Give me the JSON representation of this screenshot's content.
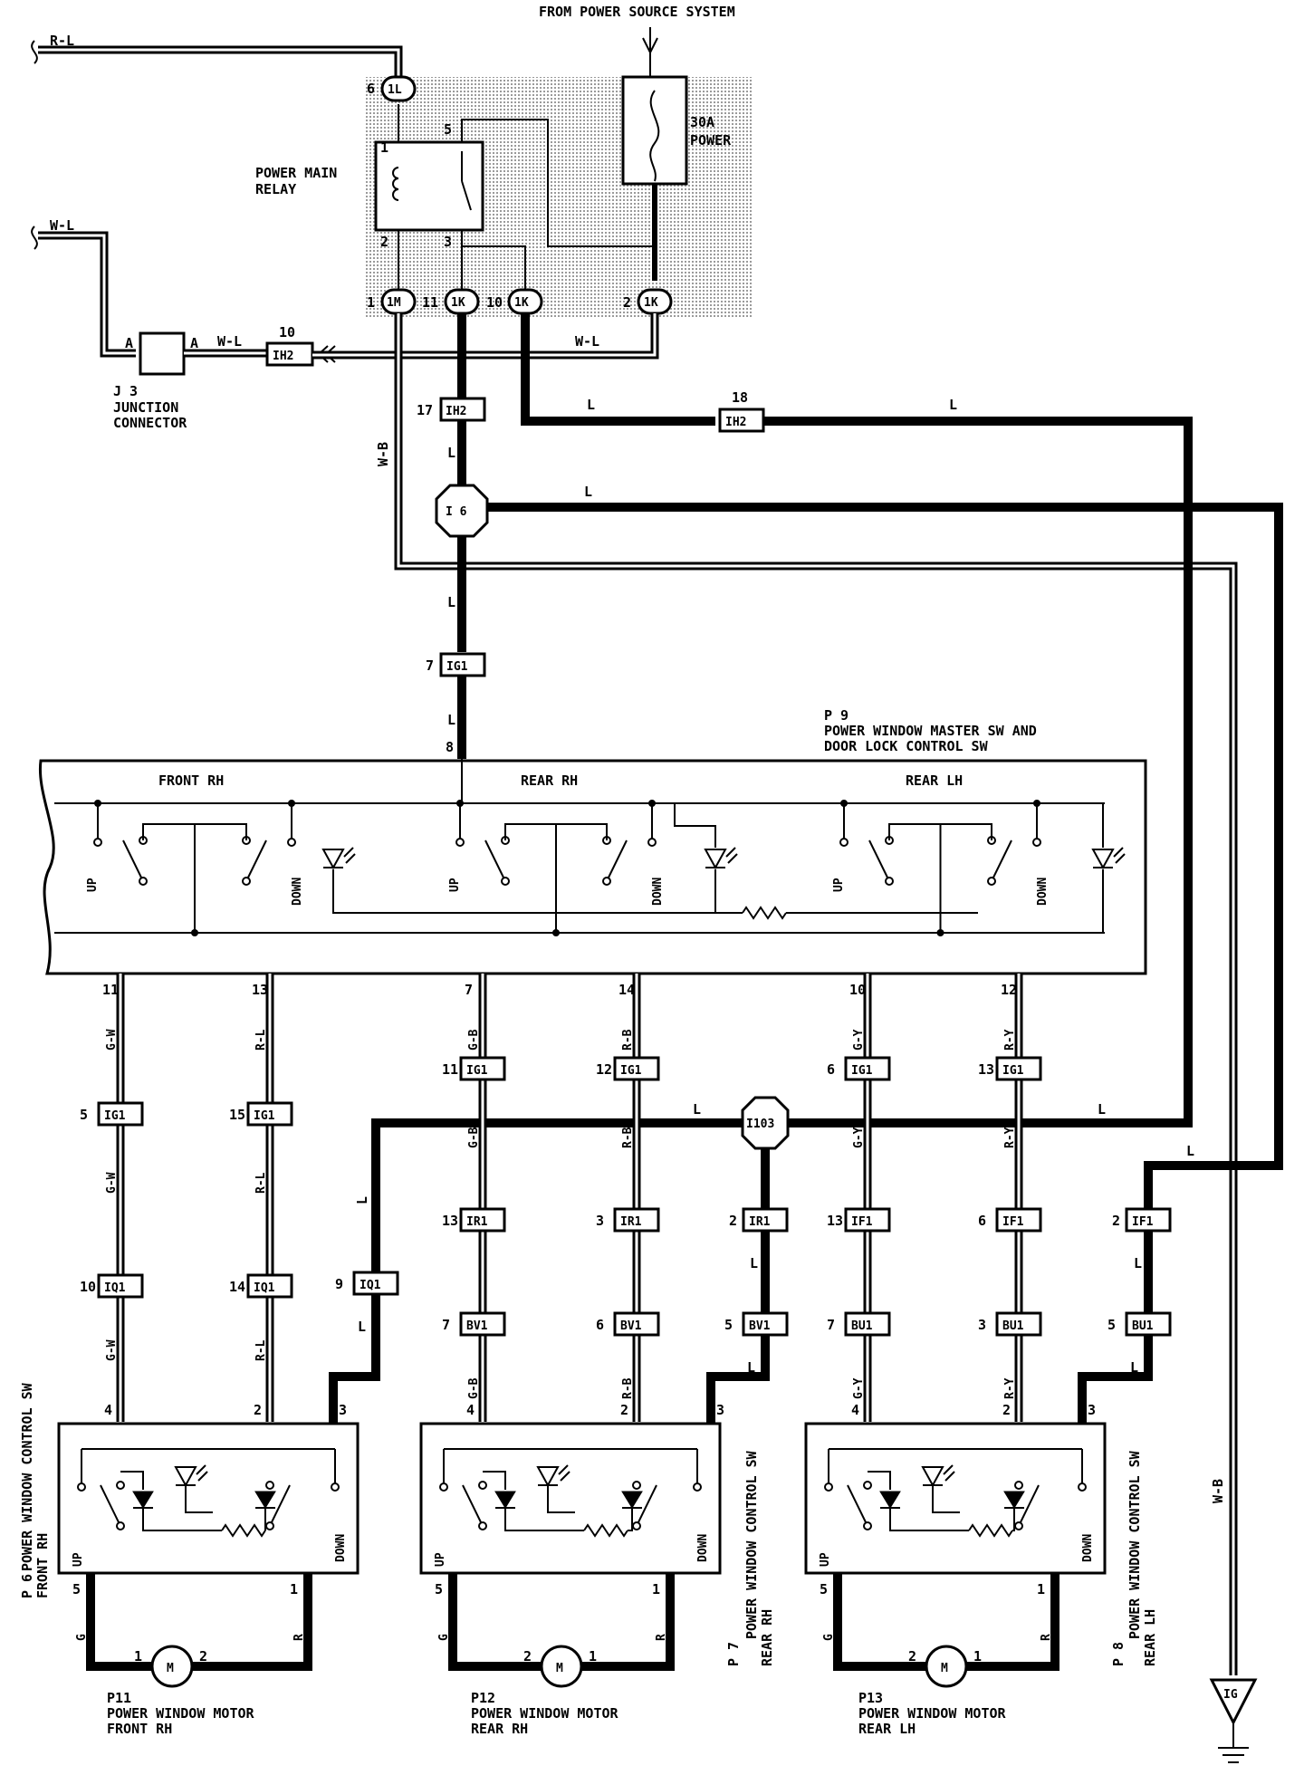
{
  "header": {
    "source": "FROM POWER SOURCE SYSTEM"
  },
  "fuse": {
    "rating": "30A",
    "name": "POWER"
  },
  "relay": {
    "line1": "POWER MAIN",
    "line2": "RELAY",
    "pins": [
      "1",
      "5",
      "2",
      "3"
    ]
  },
  "junction": {
    "line1": "J 3",
    "line2": "JUNCTION",
    "line3": "CONNECTOR",
    "pin_a": "A"
  },
  "master_switch": {
    "id": "P 9",
    "line1": "POWER WINDOW MASTER SW AND",
    "line2": "DOOR LOCK CONTROL SW",
    "sections": [
      "FRONT RH",
      "REAR RH",
      "REAR LH"
    ],
    "up": "UP",
    "down": "DOWN"
  },
  "wire_colors": {
    "rl": "R-L",
    "wl": "W-L",
    "wb": "W-B",
    "l": "L",
    "gw": "G-W",
    "gb": "G-B",
    "rb": "R-B",
    "gy": "G-Y",
    "ry": "R-Y",
    "g": "G",
    "r": "R"
  },
  "connectors": {
    "c1l": "1L",
    "c1m": "1M",
    "c1k": "1K",
    "ih2": "IH2",
    "i6": "I 6",
    "ig1": "IG1",
    "i103": "I103",
    "iq1": "IQ1",
    "ir1": "IR1",
    "if1": "IF1",
    "bv1": "BV1",
    "bu1": "BU1",
    "ig": "IG"
  },
  "pins": {
    "p6": "6",
    "p1": "1",
    "p11": "11",
    "p10": "10",
    "p2": "2",
    "p18": "18",
    "p17": "17",
    "p7": "7",
    "p8": "8",
    "p13": "13",
    "p14": "14",
    "p12": "12",
    "p5": "5",
    "p15": "15",
    "p9": "9",
    "p3": "3",
    "p4": "4"
  },
  "control_switches": [
    {
      "id": "P 6",
      "label": "POWER WINDOW CONTROL SW",
      "side": "FRONT RH"
    },
    {
      "id": "P 7",
      "label": "POWER WINDOW CONTROL SW",
      "side": "REAR RH"
    },
    {
      "id": "P 8",
      "label": "POWER WINDOW CONTROL SW",
      "side": "REAR LH"
    }
  ],
  "motors": [
    {
      "id": "P11",
      "line1": "POWER WINDOW MOTOR",
      "line2": "FRONT RH"
    },
    {
      "id": "P12",
      "line1": "POWER WINDOW MOTOR",
      "line2": "REAR RH"
    },
    {
      "id": "P13",
      "line1": "POWER WINDOW MOTOR",
      "line2": "REAR LH"
    }
  ],
  "motor_symbol": "M"
}
